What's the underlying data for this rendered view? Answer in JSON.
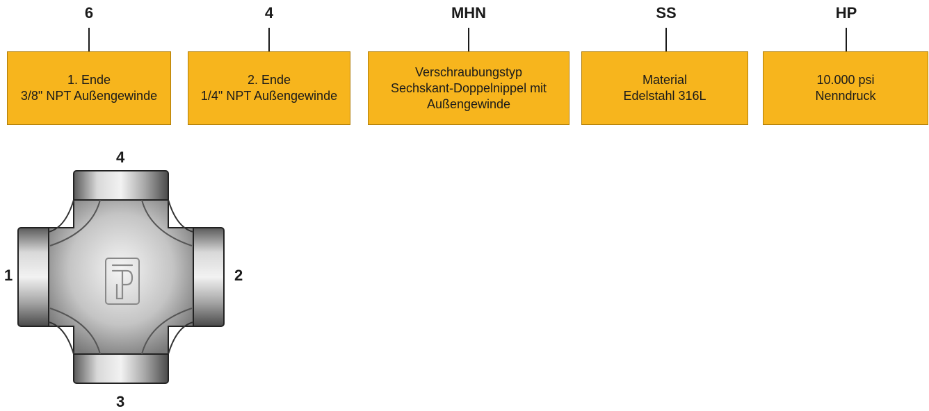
{
  "codes": [
    {
      "code": "6",
      "lines": [
        "1. Ende",
        "3/8\" NPT Außengewinde"
      ]
    },
    {
      "code": "4",
      "lines": [
        "2. Ende",
        "1/4\" NPT Außengewinde"
      ]
    },
    {
      "code": "MHN",
      "lines": [
        "Verschraubungstyp",
        "Sechskant-Doppelnippel mit",
        "Außengewinde"
      ]
    },
    {
      "code": "SS",
      "lines": [
        "Material",
        "Edelstahl 316L"
      ]
    },
    {
      "code": "HP",
      "lines": [
        "10.000 psi",
        "Nenndruck"
      ]
    }
  ],
  "ports": {
    "top": "4",
    "left": "1",
    "right": "2",
    "bottom": "3"
  },
  "colors": {
    "box_fill": "#f7b51d",
    "box_border": "#b07d08",
    "text": "#1a1a1a",
    "metal": "#8c8c8c"
  },
  "icons": {
    "fitting": "cross-fitting-illustration",
    "logo": "p-logo-icon"
  }
}
